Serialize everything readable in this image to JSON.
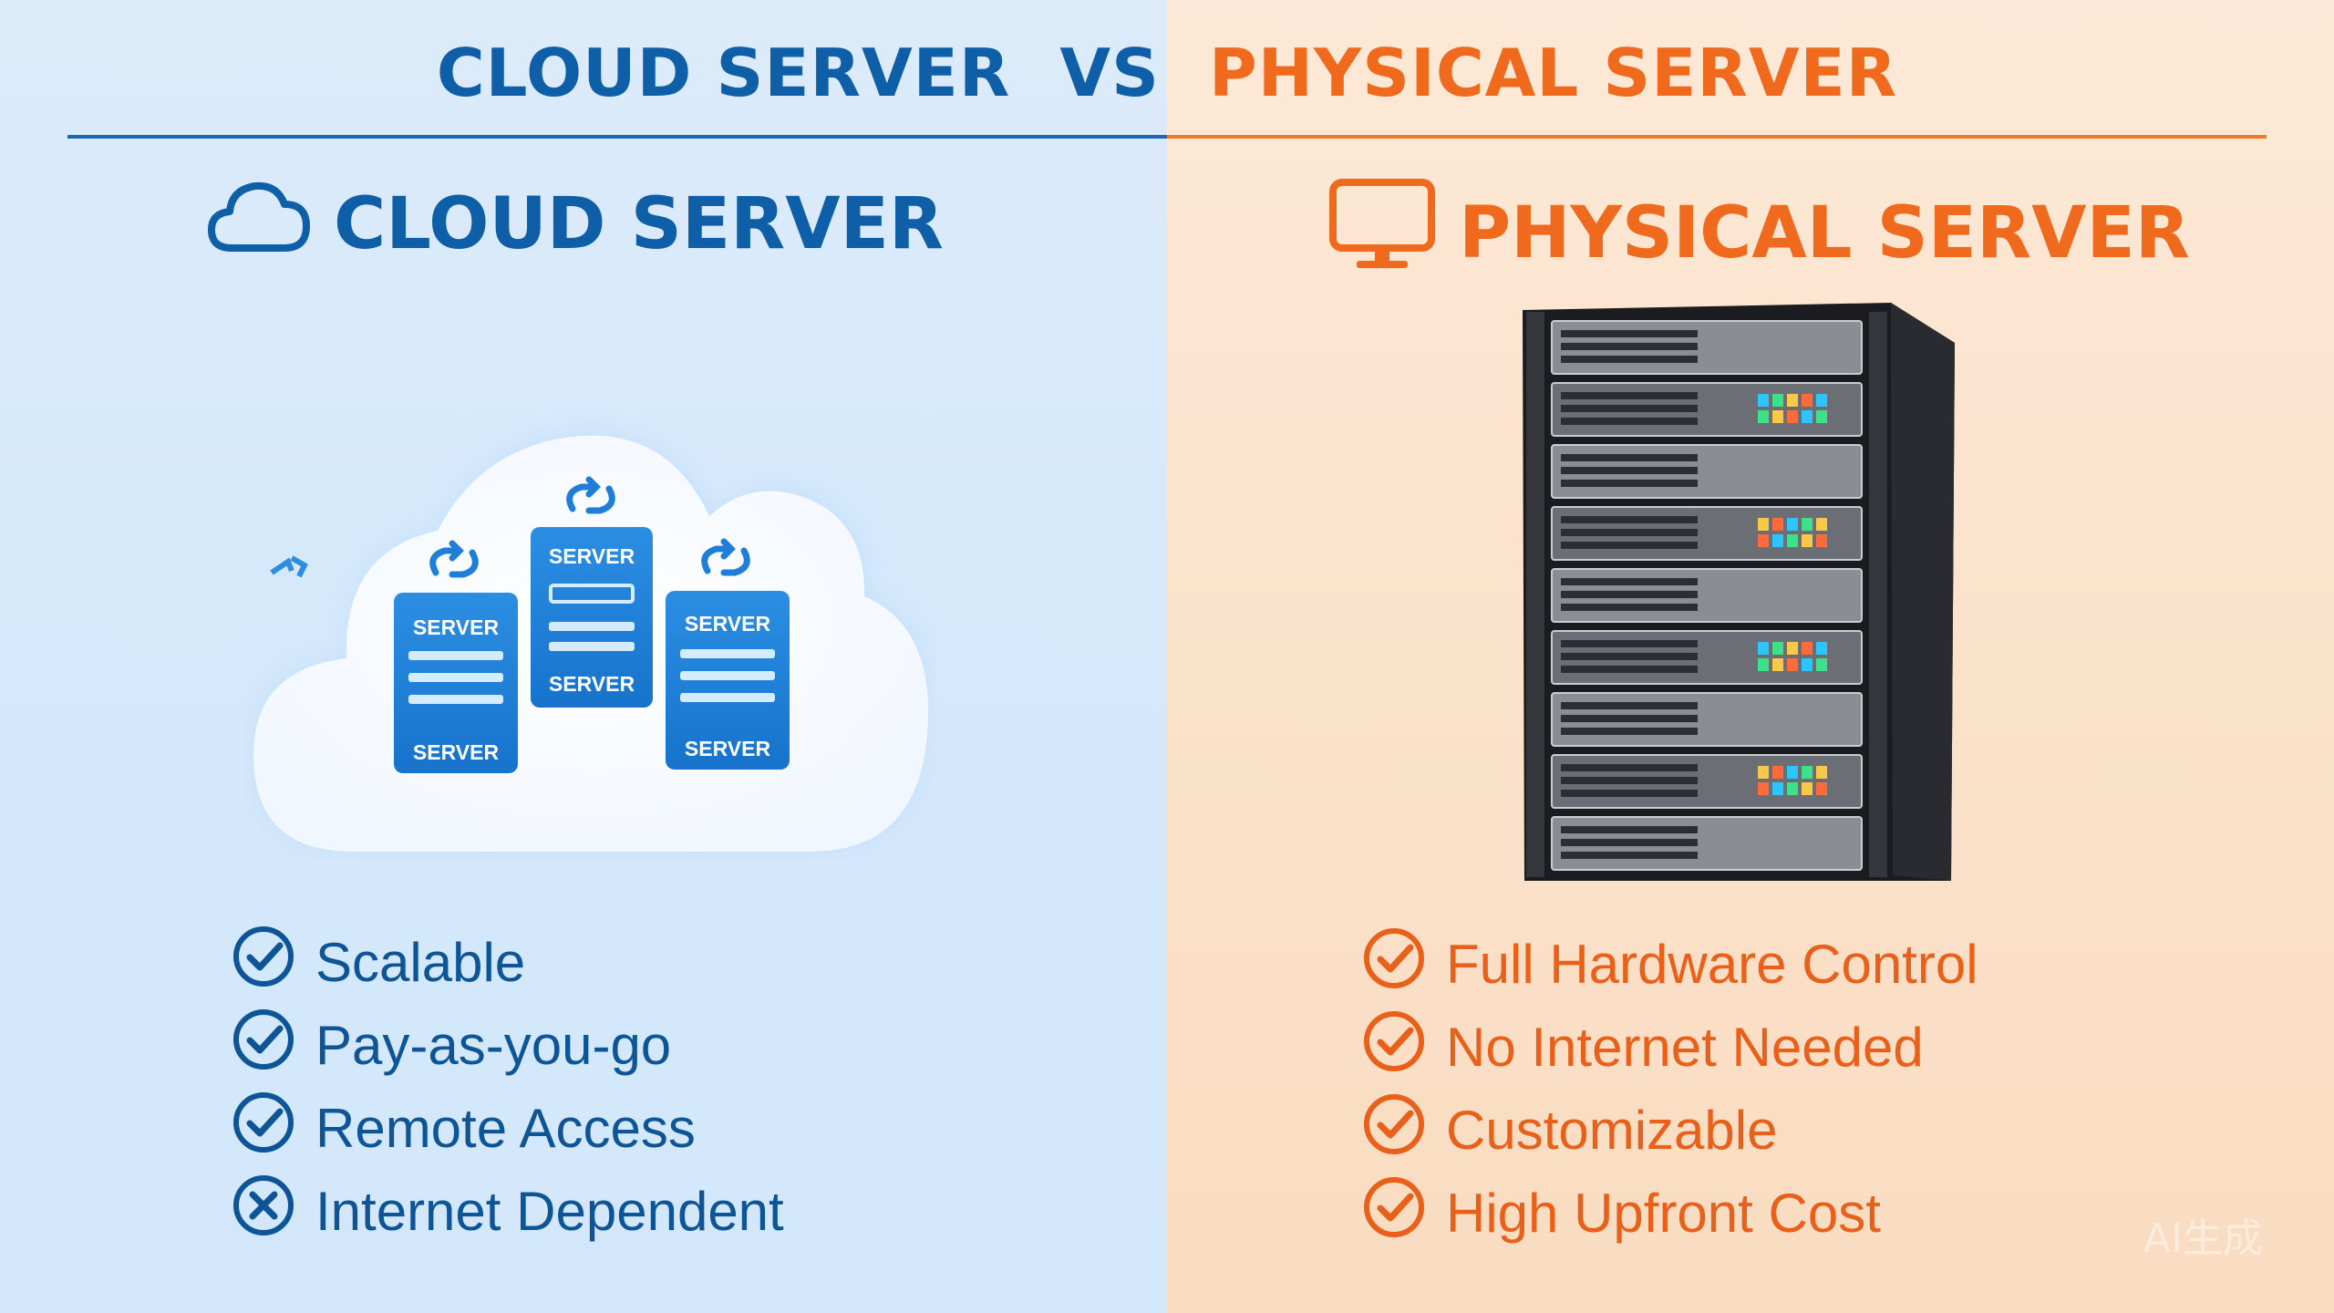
{
  "title": {
    "left": "CLOUD SERVER",
    "vs": "VS",
    "right": "PHYSICAL SERVER"
  },
  "colors": {
    "cloud_blue": "#0f5fa8",
    "physical_orange": "#ef6a1c",
    "left_bg": "#d6e9fb",
    "right_bg": "#fbe2cb"
  },
  "left_panel": {
    "heading": "CLOUD SERVER",
    "icon": "cloud-icon",
    "illustration": {
      "server_labels": [
        "SERVER",
        "SERVER",
        "SERVER",
        "SERVER",
        "SERVER",
        "SERVER"
      ]
    },
    "features": [
      {
        "label": "Scalable",
        "status": "check",
        "icon": "check-circle-icon"
      },
      {
        "label": "Pay-as-you-go",
        "status": "check",
        "icon": "check-circle-icon"
      },
      {
        "label": "Remote Access",
        "status": "check",
        "icon": "check-circle-icon"
      },
      {
        "label": "Internet Dependent",
        "status": "cross",
        "icon": "x-circle-icon"
      }
    ]
  },
  "right_panel": {
    "heading": "PHYSICAL SERVER",
    "icon": "monitor-icon",
    "features": [
      {
        "label": "Full Hardware Control",
        "status": "check",
        "icon": "check-circle-icon"
      },
      {
        "label": "No Internet Needed",
        "status": "check",
        "icon": "check-circle-icon"
      },
      {
        "label": "Customizable",
        "status": "check",
        "icon": "check-circle-icon"
      },
      {
        "label": "High Upfront Cost",
        "status": "check",
        "icon": "check-circle-icon"
      }
    ]
  },
  "watermark": "AI生成"
}
